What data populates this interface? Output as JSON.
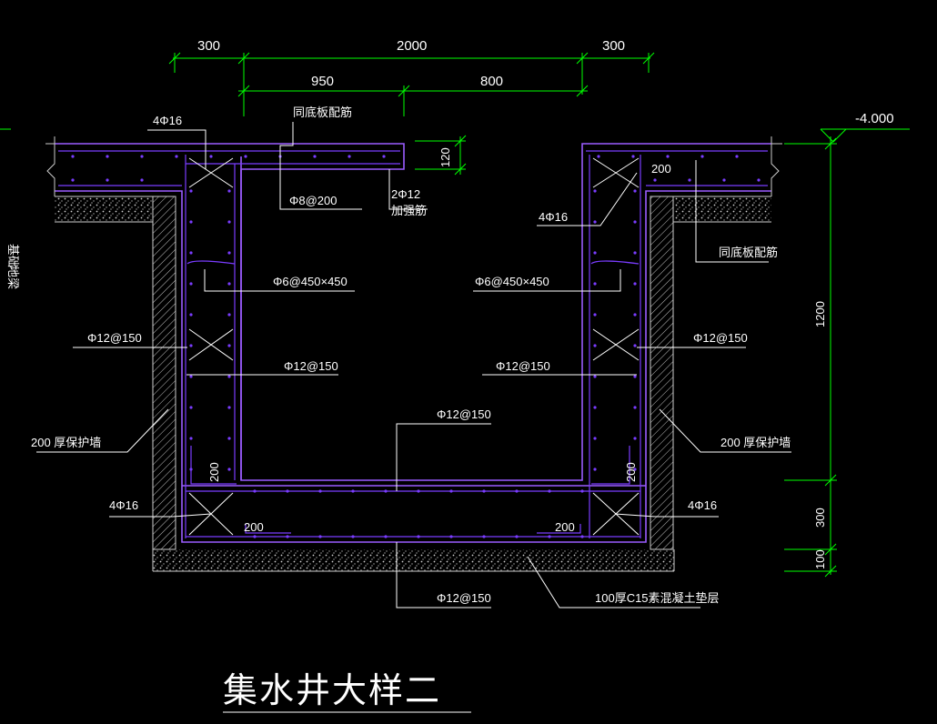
{
  "dimensions": {
    "top_300_left": "300",
    "top_2000": "2000",
    "top_300_right": "300",
    "top_950": "950",
    "top_800": "800",
    "slab_120": "120",
    "right_1200": "1200",
    "right_300": "300",
    "right_100": "100",
    "elevation": "-4.000"
  },
  "labels": {
    "same_slab_rebar_top": "同底板配筋",
    "same_slab_rebar_right": "同底板配筋",
    "bars_4phi16_top_left": "4Φ16",
    "bars_4phi16_top_right": "4Φ16",
    "bars_4phi16_bottom_left": "4Φ16",
    "bars_4phi16_bottom_right": "4Φ16",
    "phi8_200": "Φ8@200",
    "add_2phi12": "2Φ12",
    "add_bar_note": "加强筋",
    "phi6_left": "Φ6@450×450",
    "phi6_right": "Φ6@450×450",
    "phi12_left_outer": "Φ12@150",
    "phi12_left_inner": "Φ12@150",
    "phi12_right_outer": "Φ12@150",
    "phi12_right_inner": "Φ12@150",
    "phi12_center": "Φ12@150",
    "phi12_bottom": "Φ12@150",
    "dim_200_top_right": "200",
    "dim_200_left_vert": "200",
    "dim_200_right_vert": "200",
    "dim_200_bottom_left": "200",
    "dim_200_bottom_right": "200",
    "wall_left": "200 厚保护墙",
    "wall_right": "200 厚保护墙",
    "cushion": "100厚C15素混凝土垫层",
    "left_edge_frag_1": "基础",
    "left_edge_frag_2": "地梁"
  },
  "title": "集水井大样二",
  "colors": {
    "background": "#000000",
    "concrete_outline": "#9a5cff",
    "rebar": "#7a3cff",
    "dimension": "#00ff00",
    "leader": "#ffffff",
    "text": "#ffffff"
  }
}
